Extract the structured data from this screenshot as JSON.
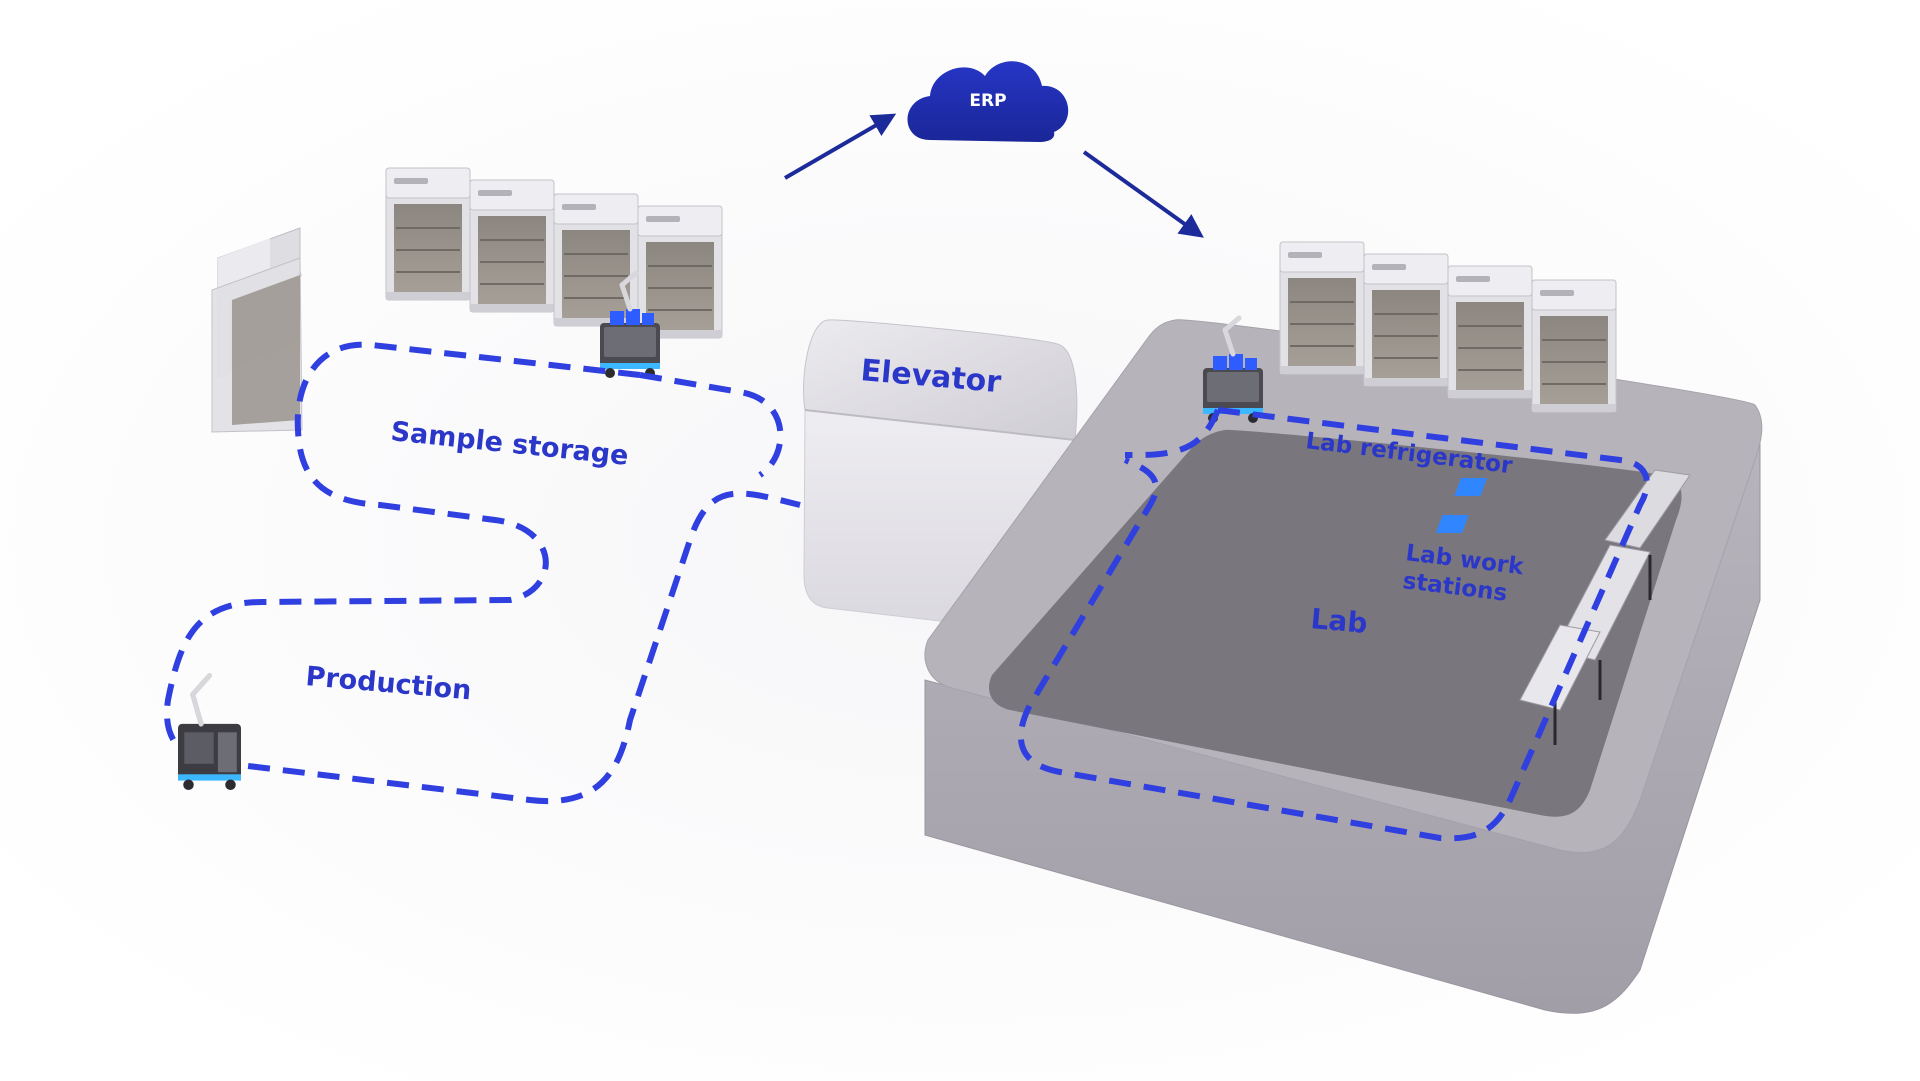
{
  "labels": {
    "erp": "ERP",
    "elevator": "Elevator",
    "sample_storage": "Sample storage",
    "production": "Production",
    "lab_refrigerator": "Lab refrigerator",
    "lab_work_stations_line1": "Lab work",
    "lab_work_stations_line2": "stations",
    "lab": "Lab"
  },
  "colors": {
    "route_dash": "#2f3fe0",
    "label_text": "#2a37c8",
    "erp_cloud": "#1f2fb5",
    "erp_arrow": "#1c2a9a",
    "lab_floor": "#7a767e",
    "lab_platform": "#a9a5ad",
    "elevator_block": "#e6e4ea",
    "cabinet": "#d9d8dd",
    "robot_bin": "#2f5cff"
  },
  "icons": {
    "cloud": "cloud-icon",
    "robot": "mobile-robot-icon",
    "cabinet": "storage-cabinet-icon",
    "workstation": "lab-workstation-icon"
  }
}
